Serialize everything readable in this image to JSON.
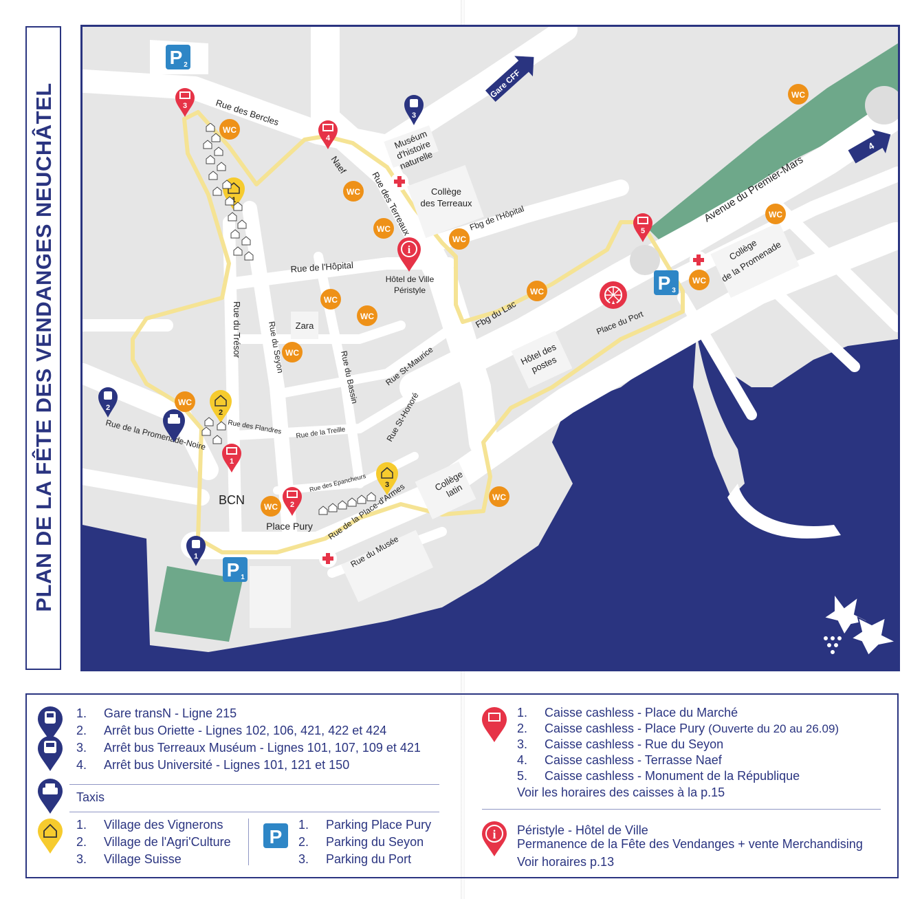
{
  "title": "PLAN DE LA FÊTE DES VENDANGES NEUCHÂTEL",
  "colors": {
    "navy": "#2a3480",
    "water": "#2a3480",
    "park": "#6ea88a",
    "road": "#ffffff",
    "block": "#e6e6e6",
    "route": "#f5e394",
    "wc": "#ee9118",
    "cashless": "#e63347",
    "village": "#f6cb2e",
    "parking": "#2e86c6"
  },
  "map": {
    "streets": [
      "Rue des Bercles",
      "Naef",
      "Rue des Terreaux",
      "Rue de l'Hôpital",
      "Rue du Trésor",
      "Rue du Seyon",
      "Rue du Bassin",
      "Rue St-Maurice",
      "Rue St-Honoré",
      "Rue des Flandres",
      "Rue de la Treille",
      "Rue des Epancheurs",
      "Rue de la Place-d'Armes",
      "Rue du Musée",
      "Rue de la Promenade-Noire",
      "Fbg de l'Hôpital",
      "Fbg du Lac",
      "Avenue du Premier-Mars"
    ],
    "places": {
      "museum": [
        "Muséum",
        "d'histoire",
        "naturelle"
      ],
      "college_terreaux": [
        "Collège",
        "des Terreaux"
      ],
      "hotel_ville": [
        "Hôtel de Ville",
        "Péristyle"
      ],
      "zara": "Zara",
      "bcn": "BCN",
      "place_pury": "Place Pury",
      "college_latin": [
        "Collège",
        "latin"
      ],
      "hotel_postes": [
        "Hôtel des",
        "postes"
      ],
      "place_port": "Place du Port",
      "college_promenade": [
        "Collège",
        "de la Promenade"
      ]
    },
    "arrows": {
      "gare": "Gare CFF",
      "bus4": "4"
    },
    "wc_label": "WC",
    "parking_letter": "P",
    "parking_numbers": [
      "1",
      "2",
      "3"
    ],
    "bus_numbers": [
      "1",
      "2",
      "3"
    ],
    "village_numbers": [
      "1",
      "2",
      "3"
    ],
    "cashless_numbers": [
      "1",
      "2",
      "3",
      "4",
      "5"
    ]
  },
  "legend": {
    "transport": [
      {
        "num": "1.",
        "text": "Gare transN - Ligne 215"
      },
      {
        "num": "2.",
        "text": "Arrêt bus Oriette - Lignes 102, 106, 421, 422 et 424"
      },
      {
        "num": "3.",
        "text": "Arrêt bus Terreaux Muséum - Lignes 101, 107, 109 et 421"
      },
      {
        "num": "4.",
        "text": "Arrêt bus Université - Lignes 101, 121 et 150"
      }
    ],
    "taxis": "Taxis",
    "villages": [
      {
        "num": "1.",
        "text": "Village des Vignerons"
      },
      {
        "num": "2.",
        "text": "Village de l'Agri'Culture"
      },
      {
        "num": "3.",
        "text": "Village Suisse"
      }
    ],
    "parkings": [
      {
        "num": "1.",
        "text": "Parking Place Pury"
      },
      {
        "num": "2.",
        "text": "Parking du Seyon"
      },
      {
        "num": "3.",
        "text": "Parking du Port"
      }
    ],
    "cashless": [
      {
        "num": "1.",
        "text": "Caisse cashless - Place du Marché",
        "note": ""
      },
      {
        "num": "2.",
        "text": "Caisse cashless - Place Pury",
        "note": "(Ouverte du 20 au 26.09)"
      },
      {
        "num": "3.",
        "text": "Caisse cashless - Rue du Seyon",
        "note": ""
      },
      {
        "num": "4.",
        "text": "Caisse cashless - Terrasse Naef",
        "note": ""
      },
      {
        "num": "5.",
        "text": "Caisse cashless - Monument de la République",
        "note": ""
      }
    ],
    "cashless_note": "Voir les horaires des caisses à la p.15",
    "peristyle_title": "Péristyle - Hôtel de Ville",
    "peristyle_sub": "Permanence de la Fête des Vendanges + vente Merchandising",
    "peristyle_note": "Voir horaires p.13"
  }
}
